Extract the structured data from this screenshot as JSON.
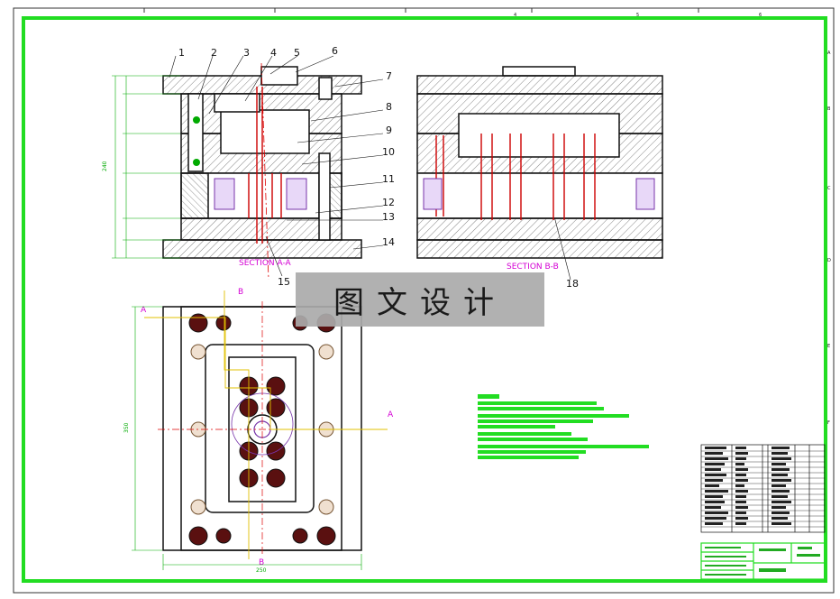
{
  "drawing": {
    "callouts": [
      "1",
      "2",
      "3",
      "4",
      "5",
      "6",
      "7",
      "8",
      "9",
      "10",
      "11",
      "12",
      "13",
      "14",
      "15",
      "18"
    ],
    "section_aa": "SECTION A-A",
    "section_bb": "SECTION B-B",
    "section_marks": {
      "a": "A",
      "b": "B"
    },
    "border_marks_top": [
      "4",
      "5",
      "6"
    ],
    "border_marks_right": [
      "A",
      "B",
      "C",
      "D",
      "E",
      "F"
    ],
    "dimensions": {
      "height_left": "240",
      "plan_height": "350",
      "plan_width": "250"
    }
  },
  "watermark": {
    "text": "图文设计"
  },
  "colors": {
    "border": "#22dd22",
    "outline": "#111111",
    "hatch": "#555555",
    "pin": "#cc0000",
    "centerline": "#dd0000",
    "dimension": "#00aa00",
    "label": "#d400d4",
    "watermark_bg": "#aaaaaa"
  }
}
